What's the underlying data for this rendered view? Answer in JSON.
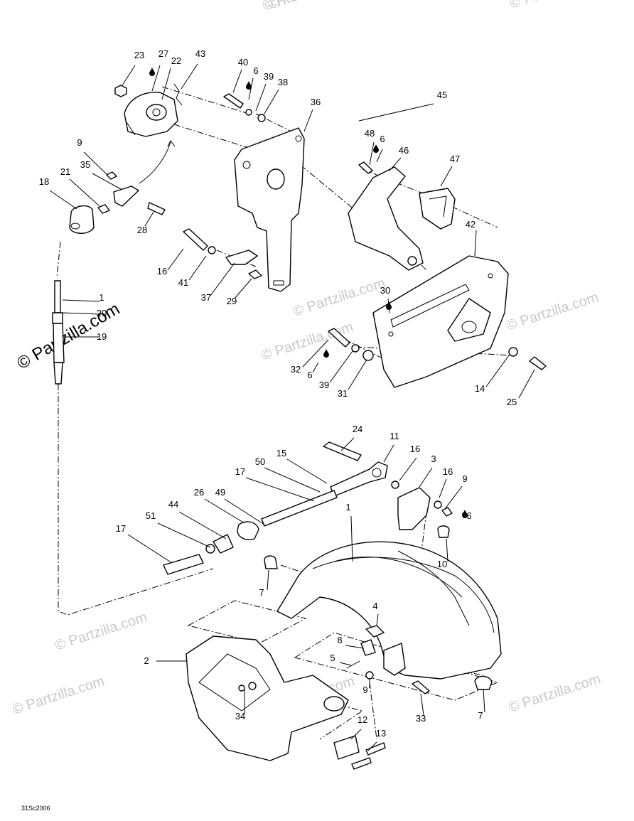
{
  "watermark": "© Partzilla.com",
  "drawing_code": "31Sc2006",
  "callouts": [
    "23",
    "27",
    "22",
    "43",
    "40",
    "6",
    "39",
    "38",
    "36",
    "45",
    "9",
    "35",
    "21",
    "18",
    "28",
    "48",
    "6",
    "46",
    "47",
    "42",
    "16",
    "41",
    "37",
    "29",
    "30",
    "1",
    "20",
    "19",
    "32",
    "6",
    "39",
    "31",
    "14",
    "25",
    "24",
    "11",
    "15",
    "16",
    "3",
    "50",
    "17",
    "16",
    "9",
    "49",
    "6",
    "26",
    "44",
    "51",
    "17",
    "1",
    "10",
    "7",
    "4",
    "2",
    "8",
    "5",
    "9",
    "34",
    "12",
    "13",
    "33",
    "7"
  ],
  "icons": {
    "oil_drop": "oil-drop-icon"
  }
}
